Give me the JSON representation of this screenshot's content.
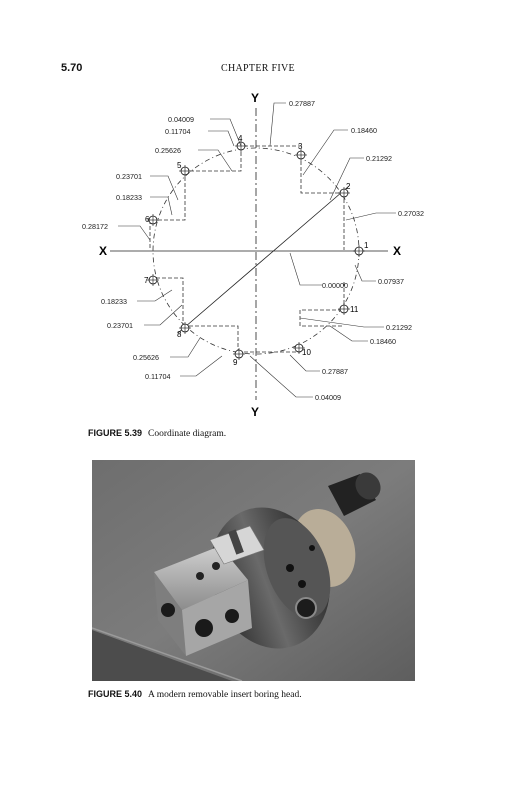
{
  "header": {
    "page_number": "5.70",
    "chapter": "CHAPTER FIVE"
  },
  "figure_539": {
    "label": "FIGURE 5.39",
    "caption": "Coordinate diagram.",
    "axis_labels": {
      "x_left": "X",
      "x_right": "X",
      "y_top": "Y",
      "y_bottom": "Y"
    },
    "hole_numbers": [
      "1",
      "2",
      "3",
      "4",
      "5",
      "6",
      "7",
      "8",
      "9",
      "10",
      "11"
    ],
    "dimensions": {
      "d_y_top": "0.27887",
      "d_04009_top": "0.04009",
      "d_11704_top": "0.11704",
      "d_25626_top": "0.25626",
      "d_23701_top": "0.23701",
      "d_18233_top": "0.18233",
      "d_28172": "0.28172",
      "d_18460_top": "0.18460",
      "d_21292_top": "0.21292",
      "d_27032": "0.27032",
      "d_00000": "0.00000",
      "d_07937": "0.07937",
      "d_18233_bot": "0.18233",
      "d_23701_bot": "0.23701",
      "d_25626_bot": "0.25626",
      "d_11704_bot": "0.11704",
      "d_21292_bot": "0.21292",
      "d_18460_bot": "0.18460",
      "d_27887_bot": "0.27887",
      "d_04009_bot": "0.04009"
    }
  },
  "figure_540": {
    "label": "FIGURE 5.40",
    "caption": "A modern removable insert boring head."
  }
}
